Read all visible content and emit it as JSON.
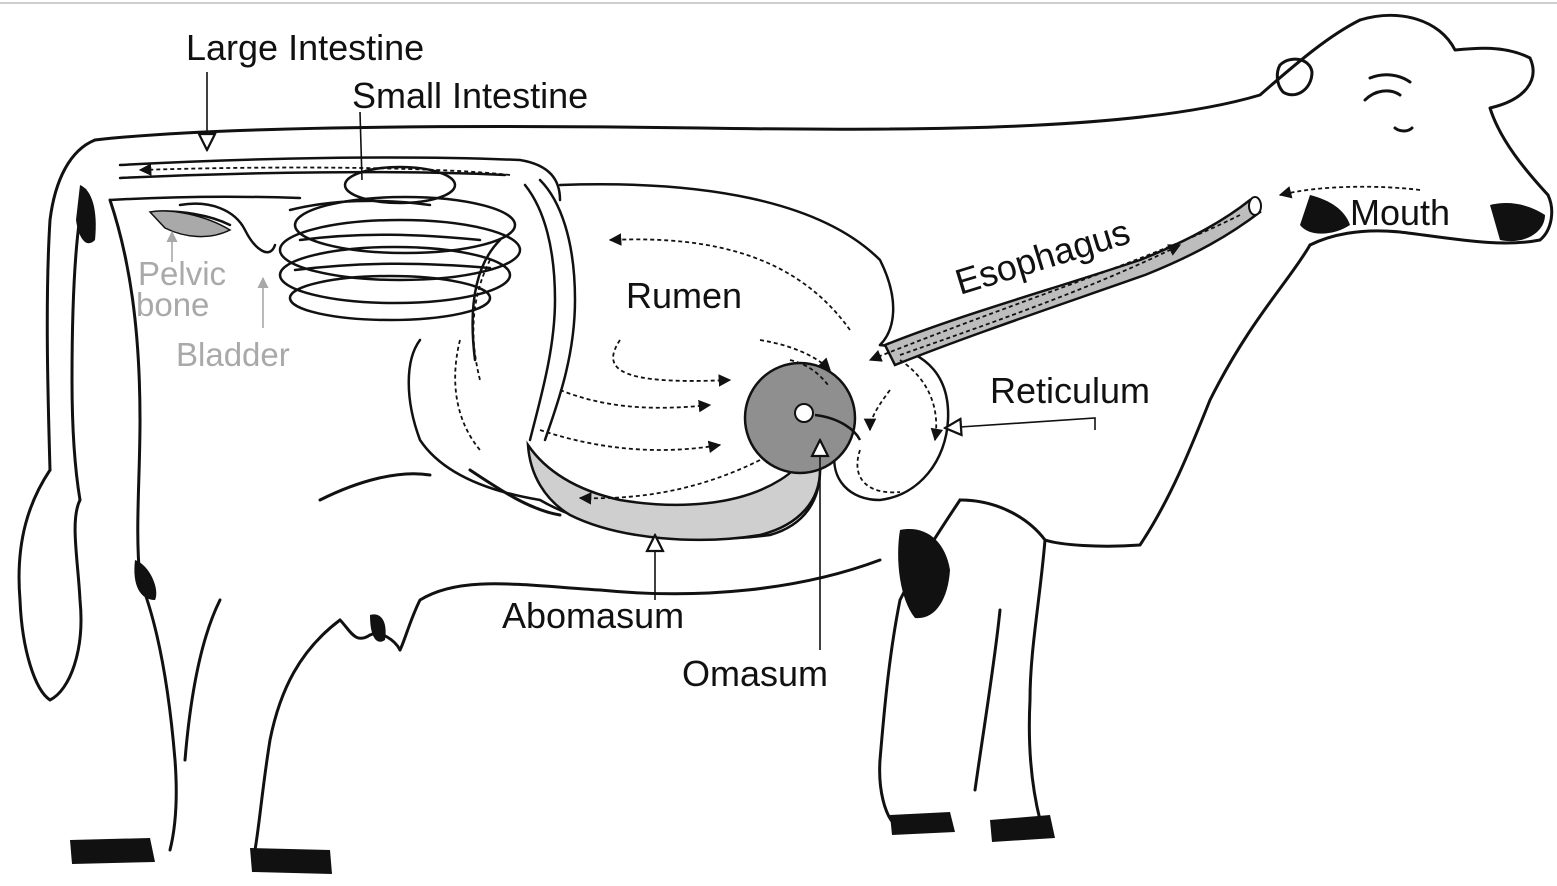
{
  "labels": {
    "large_intestine": "Large Intestine",
    "small_intestine": "Small Intestine",
    "pelvic_bone_1": "Pelvic",
    "pelvic_bone_2": "bone",
    "bladder": "Bladder",
    "rumen": "Rumen",
    "esophagus": "Esophagus",
    "mouth": "Mouth",
    "reticulum": "Reticulum",
    "abomasum": "Abomasum",
    "omasum": "Omasum"
  },
  "colors": {
    "outline": "#111111",
    "secondary_label": "#a9a9a9",
    "omasum_fill": "#8f8f8f",
    "abomasum_fill": "#cfcfcf",
    "esophagus_fill": "#bdbdbd"
  }
}
